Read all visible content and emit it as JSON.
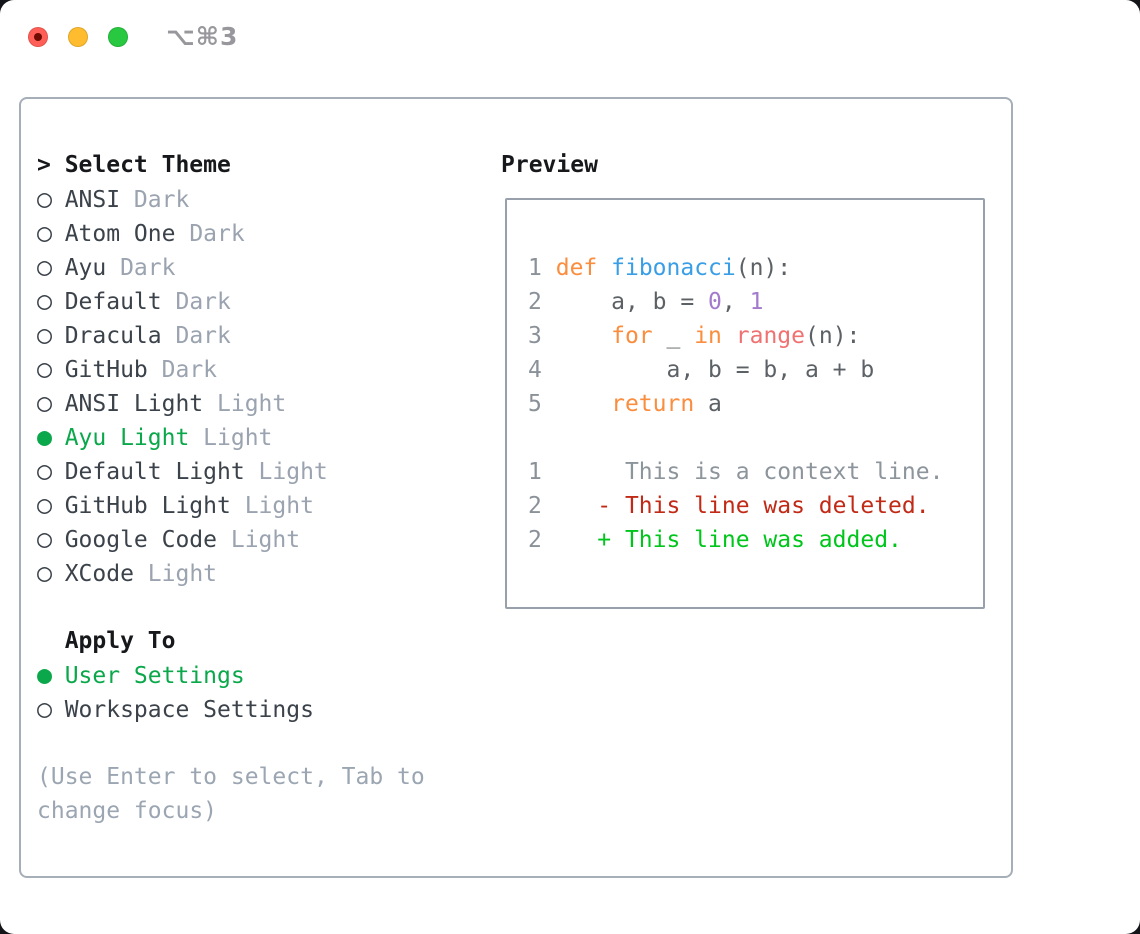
{
  "window": {
    "title": "⌥⌘3",
    "traffic_lights": [
      "close",
      "minimize",
      "zoom"
    ]
  },
  "theme_panel": {
    "header_marker": ">",
    "header": "Select Theme",
    "items": [
      {
        "name": "ANSI",
        "variant": "Dark",
        "selected": false
      },
      {
        "name": "Atom One",
        "variant": "Dark",
        "selected": false
      },
      {
        "name": "Ayu",
        "variant": "Dark",
        "selected": false
      },
      {
        "name": "Default",
        "variant": "Dark",
        "selected": false
      },
      {
        "name": "Dracula",
        "variant": "Dark",
        "selected": false
      },
      {
        "name": "GitHub",
        "variant": "Dark",
        "selected": false
      },
      {
        "name": "ANSI Light",
        "variant": "Light",
        "selected": false
      },
      {
        "name": "Ayu Light",
        "variant": "Light",
        "selected": true
      },
      {
        "name": "Default Light",
        "variant": "Light",
        "selected": false
      },
      {
        "name": "GitHub Light",
        "variant": "Light",
        "selected": false
      },
      {
        "name": "Google Code",
        "variant": "Light",
        "selected": false
      },
      {
        "name": "XCode",
        "variant": "Light",
        "selected": false
      }
    ],
    "radio_unselected": "○",
    "radio_selected": "●",
    "apply_to": {
      "header": "Apply To",
      "options": [
        {
          "label": "User Settings",
          "selected": true
        },
        {
          "label": "Workspace Settings",
          "selected": false
        }
      ]
    },
    "hint_lines": [
      "(Use Enter to select, Tab to",
      "change focus)"
    ]
  },
  "preview": {
    "header": "Preview",
    "lines": [
      [
        [
          "1",
          "ln"
        ],
        [
          " ",
          "plain"
        ],
        [
          "def",
          "kw"
        ],
        [
          " ",
          "plain"
        ],
        [
          "fibonacci",
          "fn"
        ],
        [
          "(n):",
          "plain"
        ]
      ],
      [
        [
          "2",
          "ln"
        ],
        [
          "     a, b = ",
          "plain"
        ],
        [
          "0",
          "num"
        ],
        [
          ", ",
          "plain"
        ],
        [
          "1",
          "num"
        ]
      ],
      [
        [
          "3",
          "ln"
        ],
        [
          "     ",
          "plain"
        ],
        [
          "for",
          "kw"
        ],
        [
          " _ ",
          "plain"
        ],
        [
          "in",
          "kw"
        ],
        [
          " ",
          "plain"
        ],
        [
          "range",
          "bi"
        ],
        [
          "(n):",
          "plain"
        ]
      ],
      [
        [
          "4",
          "ln"
        ],
        [
          "         a, b = b, a + b",
          "plain"
        ]
      ],
      [
        [
          "5",
          "ln"
        ],
        [
          "     ",
          "plain"
        ],
        [
          "return",
          "kw"
        ],
        [
          " a",
          "plain"
        ]
      ],
      [],
      [
        [
          "1",
          "ln"
        ],
        [
          "      This is a context line.",
          "ctx"
        ]
      ],
      [
        [
          "2",
          "ln"
        ],
        [
          "    - This line was deleted.",
          "del"
        ]
      ],
      [
        [
          "2",
          "ln"
        ],
        [
          "    + This line was added.",
          "add"
        ]
      ]
    ]
  },
  "colors": {
    "accent_green": "#0aa84a",
    "heading": "#16181b",
    "item_fg": "#3b424a",
    "muted": "#9aa3af",
    "hint": "#9ba6b2",
    "border_panel": "#a6aeb8",
    "border_preview": "#98a1ab",
    "gutter": "#8a9199",
    "code_default": "#5c6166",
    "keyword": "#fa8d3e",
    "function": "#399ee6",
    "builtin": "#f07171",
    "constant": "#a37acc",
    "diff_context": "#8c949c",
    "diff_deleted": "#c12a16",
    "diff_added": "#00c61c",
    "traffic_red": "#ff5f57",
    "traffic_yellow": "#febc2e",
    "traffic_green": "#28c840",
    "title_fg": "#97979c"
  }
}
